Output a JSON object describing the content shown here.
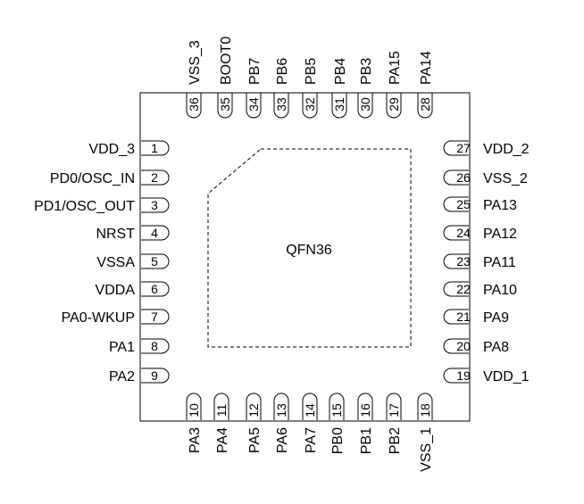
{
  "chip": {
    "package": "QFN36"
  },
  "pins": {
    "left": [
      {
        "num": "1",
        "name": "VDD_3"
      },
      {
        "num": "2",
        "name": "PD0/OSC_IN"
      },
      {
        "num": "3",
        "name": "PD1/OSC_OUT"
      },
      {
        "num": "4",
        "name": "NRST"
      },
      {
        "num": "5",
        "name": "VSSA"
      },
      {
        "num": "6",
        "name": "VDDA"
      },
      {
        "num": "7",
        "name": "PA0-WKUP"
      },
      {
        "num": "8",
        "name": "PA1"
      },
      {
        "num": "9",
        "name": "PA2"
      }
    ],
    "bottom": [
      {
        "num": "10",
        "name": "PA3"
      },
      {
        "num": "11",
        "name": "PA4"
      },
      {
        "num": "12",
        "name": "PA5"
      },
      {
        "num": "13",
        "name": "PA6"
      },
      {
        "num": "14",
        "name": "PA7"
      },
      {
        "num": "15",
        "name": "PB0"
      },
      {
        "num": "16",
        "name": "PB1"
      },
      {
        "num": "17",
        "name": "PB2"
      },
      {
        "num": "18",
        "name": "VSS_1"
      }
    ],
    "right": [
      {
        "num": "19",
        "name": "VDD_1"
      },
      {
        "num": "20",
        "name": "PA8"
      },
      {
        "num": "21",
        "name": "PA9"
      },
      {
        "num": "22",
        "name": "PA10"
      },
      {
        "num": "23",
        "name": "PA11"
      },
      {
        "num": "24",
        "name": "PA12"
      },
      {
        "num": "25",
        "name": "PA13"
      },
      {
        "num": "26",
        "name": "VSS_2"
      },
      {
        "num": "27",
        "name": "VDD_2"
      }
    ],
    "top": [
      {
        "num": "28",
        "name": "PA14"
      },
      {
        "num": "29",
        "name": "PA15"
      },
      {
        "num": "30",
        "name": "PB3"
      },
      {
        "num": "31",
        "name": "PB4"
      },
      {
        "num": "32",
        "name": "PB5"
      },
      {
        "num": "33",
        "name": "PB6"
      },
      {
        "num": "34",
        "name": "PB7"
      },
      {
        "num": "35",
        "name": "BOOT0"
      },
      {
        "num": "36",
        "name": "VSS_3"
      }
    ]
  }
}
